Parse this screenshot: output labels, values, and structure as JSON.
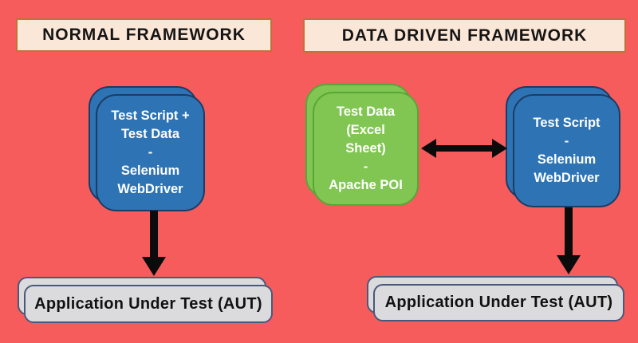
{
  "headers": {
    "normal": "NORMAL FRAMEWORK",
    "data_driven": "DATA DRIVEN FRAMEWORK"
  },
  "normal_framework": {
    "script_box": {
      "lines": [
        "Test Script +",
        "Test Data",
        "-",
        "Selenium",
        "WebDriver"
      ]
    },
    "aut_label": "Application Under Test (AUT)"
  },
  "data_driven_framework": {
    "data_box": {
      "lines": [
        "Test Data",
        "(Excel",
        "Sheet)",
        "-",
        "Apache POI"
      ]
    },
    "script_box": {
      "lines": [
        "Test Script",
        "-",
        "Selenium",
        "WebDriver"
      ]
    },
    "aut_label": "Application Under Test (AUT)"
  },
  "colors": {
    "background": "#F65C5C",
    "header_fill": "#FBE7D8",
    "header_border": "#C1713A",
    "blue_fill": "#2E74B5",
    "blue_border": "#1B3C63",
    "green_fill": "#81C653",
    "green_border": "#57A737",
    "aut_fill": "#DBDBDD",
    "aut_border": "#48597B",
    "arrow": "#0B0B0B"
  }
}
